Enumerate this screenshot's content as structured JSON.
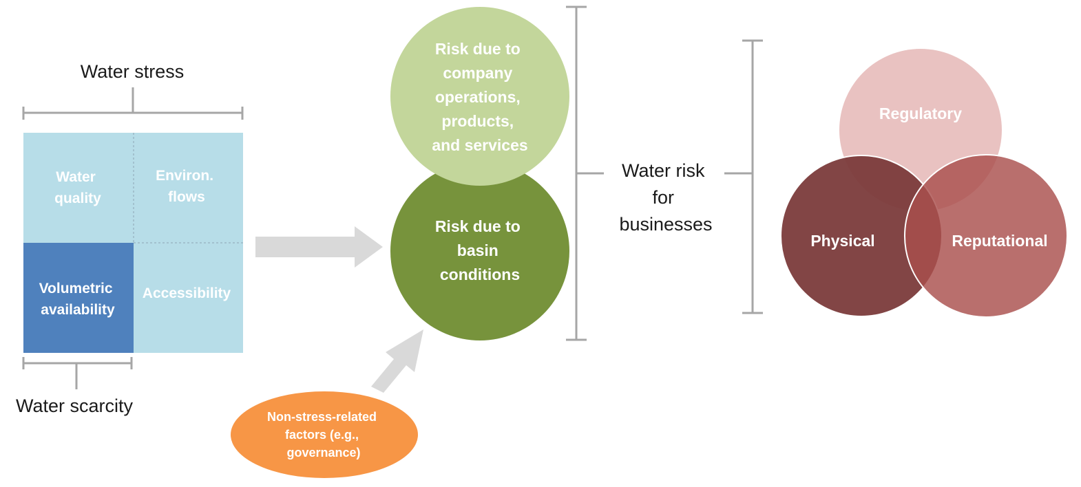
{
  "matrix": {
    "title": "Water stress",
    "bottom_label": "Water scarcity",
    "cells": {
      "top_left": [
        "Water",
        "quality"
      ],
      "top_right": [
        "Environ.",
        "flows"
      ],
      "bottom_left": [
        "Volumetric",
        "availability"
      ],
      "bottom_right": [
        "Accessibility"
      ]
    }
  },
  "circles": {
    "operations": [
      "Risk due to",
      "company",
      "operations,",
      "products,",
      "and services"
    ],
    "basin": [
      "Risk due to",
      "basin",
      "conditions"
    ],
    "non_stress": [
      "Non-stress-related",
      "factors (e.g.,",
      "governance)"
    ]
  },
  "water_risk": [
    "Water risk",
    "for",
    "businesses"
  ],
  "venn": {
    "top": "Regulatory",
    "left": "Physical",
    "right": "Reputational"
  },
  "colors": {
    "cell_light": "#b7dde8",
    "cell_dark": "#4f81bd",
    "operations": "#c3d69b",
    "basin": "#77933c",
    "non_stress": "#f79646",
    "arrow": "#d9d9d9",
    "bracket": "#a6a6a6",
    "regulatory": "#e6b9b8",
    "physical": "#7b3b3b",
    "reputational": "#a94f4d"
  }
}
